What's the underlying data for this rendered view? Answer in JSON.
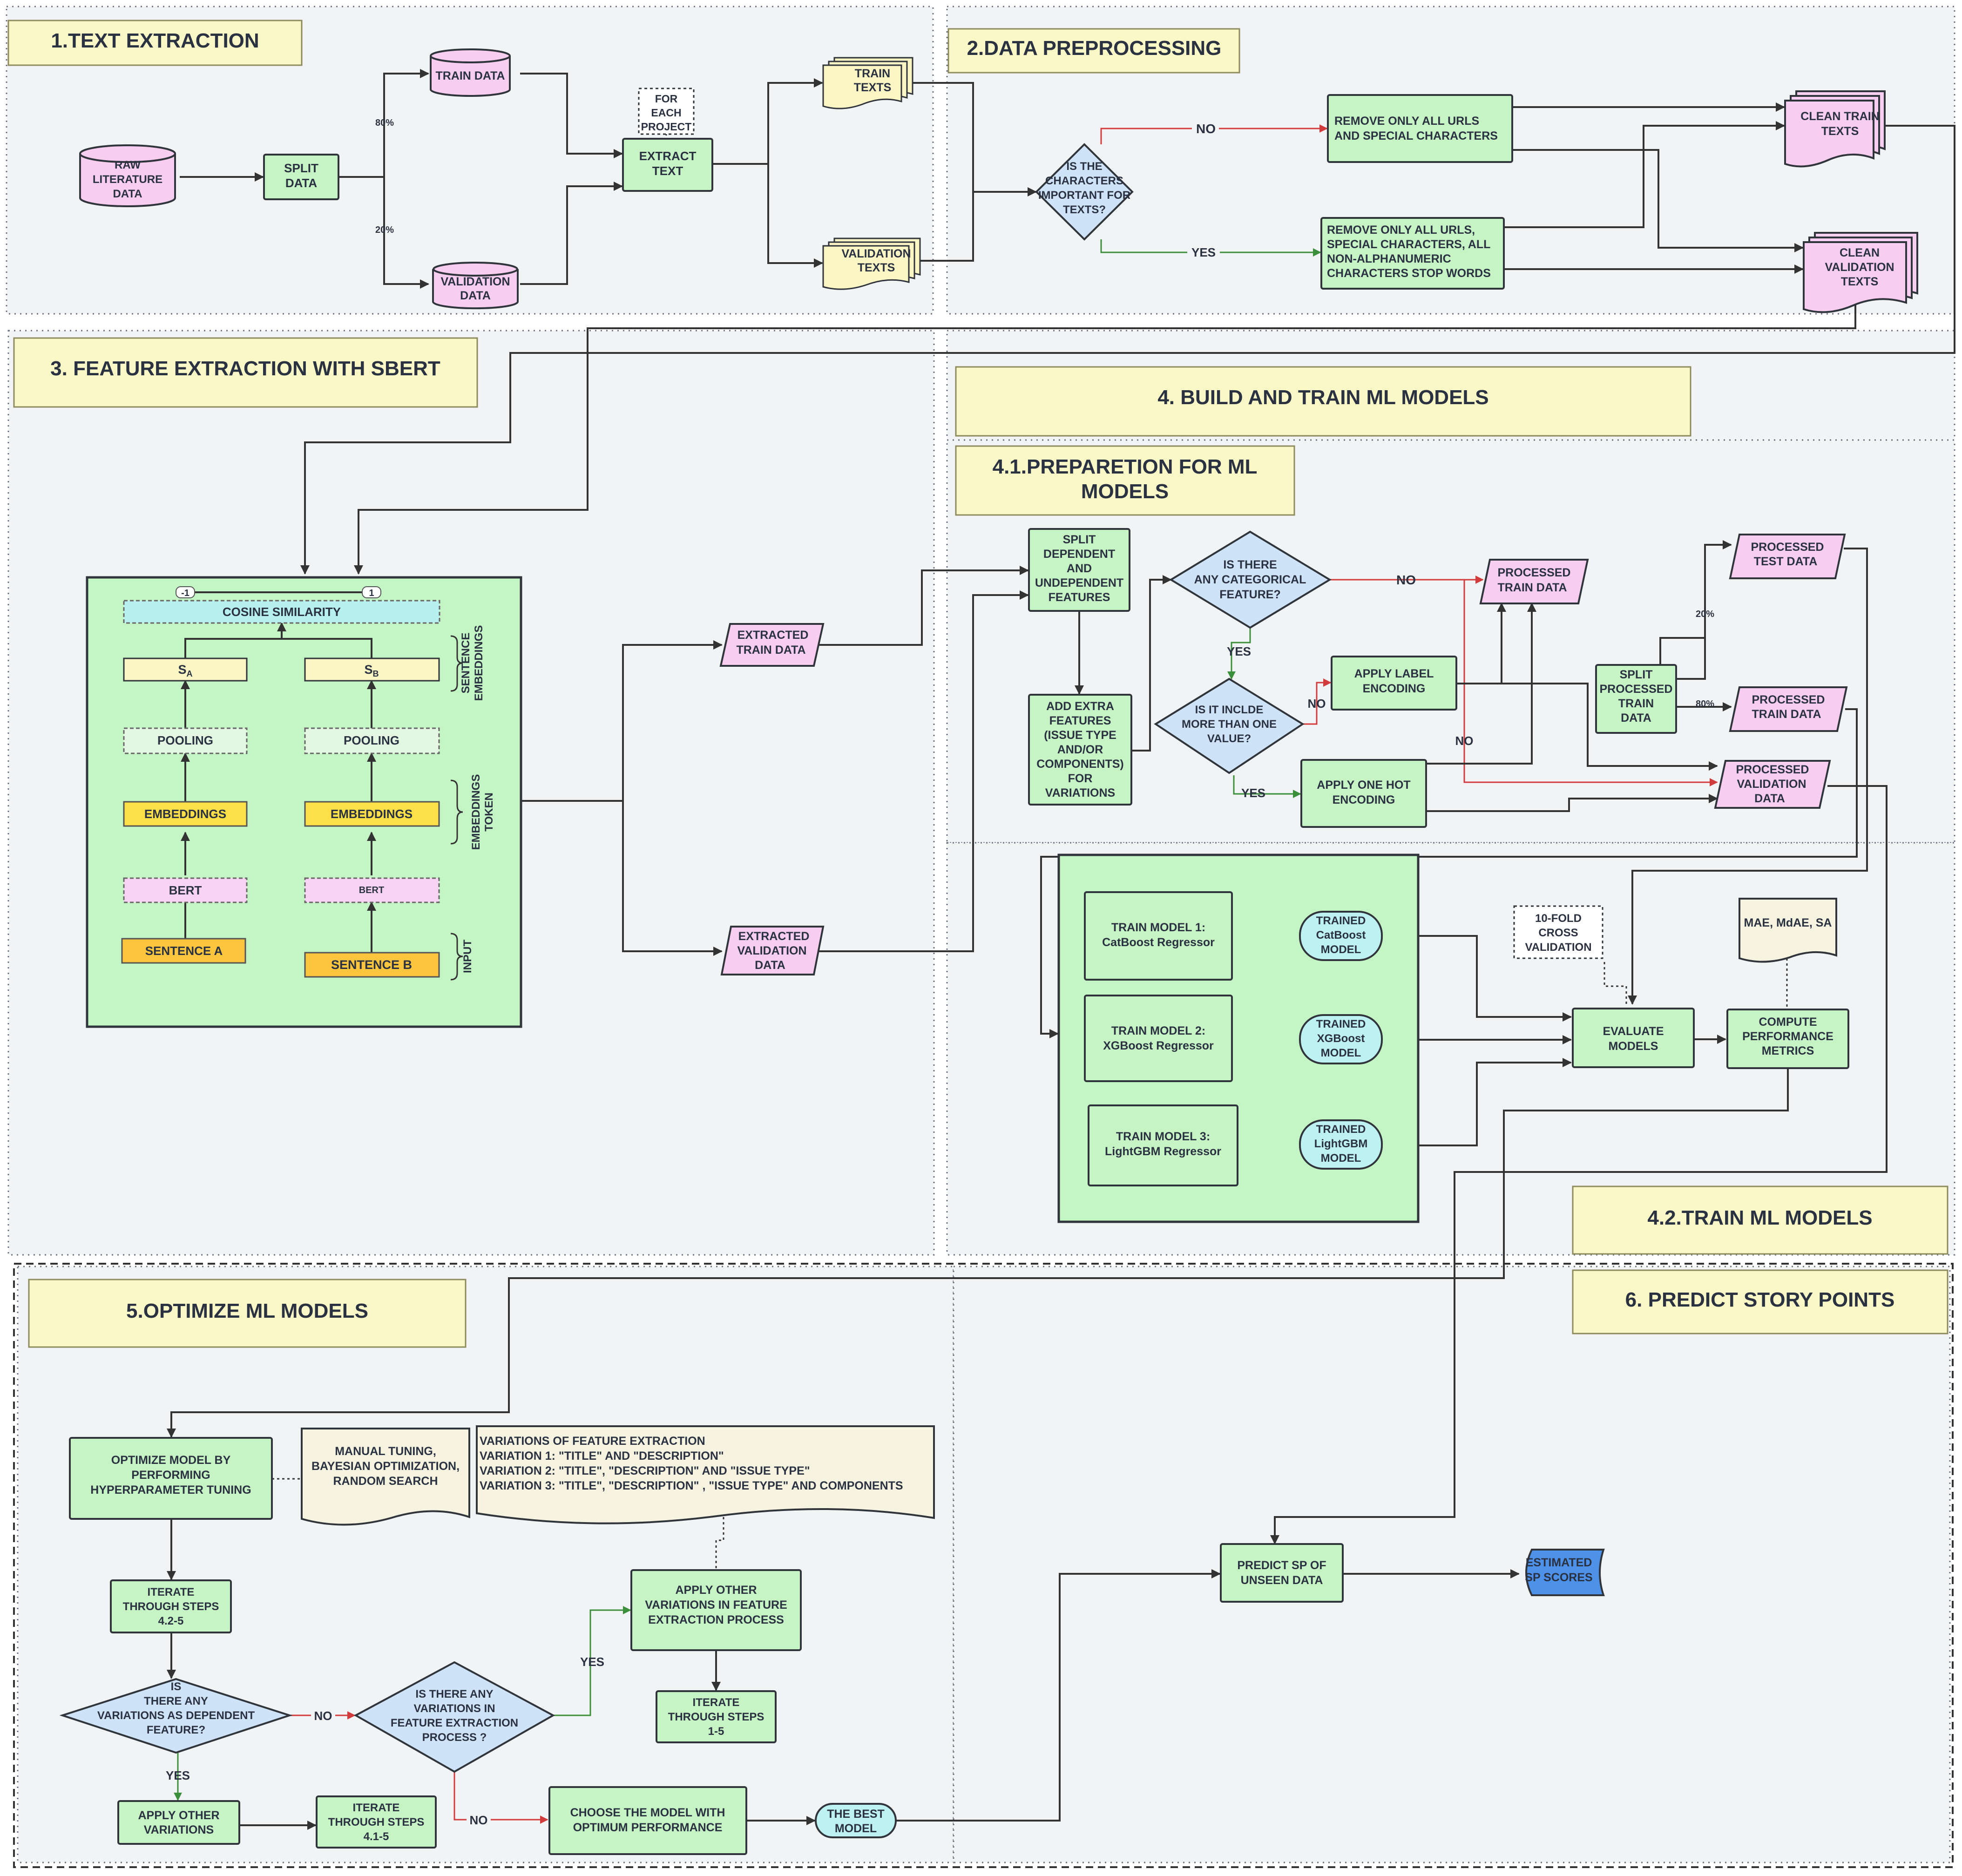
{
  "sections": {
    "s1": "1.TEXT EXTRACTION",
    "s2": "2.DATA PREPROCESSING",
    "s3": "3. FEATURE EXTRACTION WITH SBERT",
    "s4": "4. BUILD AND TRAIN ML MODELS",
    "s41": [
      "4.1.PREPARETION FOR ML",
      "MODELS"
    ],
    "s42": "4.2.TRAIN ML MODELS",
    "s5": "5.OPTIMIZE ML MODELS",
    "s6": "6. PREDICT STORY POINTS"
  },
  "text_extraction": {
    "raw": [
      "RAW",
      "LITERATURE",
      "DATA"
    ],
    "split": [
      "SPLIT",
      "DATA"
    ],
    "train_data": "TRAIN DATA",
    "validation_data": [
      "VALIDATION",
      "DATA"
    ],
    "pct80": "80%",
    "pct20": "20%",
    "for_each": [
      "FOR",
      "EACH",
      "PROJECT"
    ],
    "extract": [
      "EXTRACT",
      "TEXT"
    ],
    "train_texts": [
      "TRAIN",
      "TEXTS"
    ],
    "validation_texts": [
      "VALIDATION",
      "TEXTS"
    ]
  },
  "preprocessing": {
    "question": [
      "IS THE",
      "CHARACTERS",
      "IMPORTANT FOR",
      "TEXTS?"
    ],
    "no": "NO",
    "yes": "YES",
    "remove1": [
      "REMOVE ONLY ALL URLS",
      "AND SPECIAL CHARACTERS"
    ],
    "remove2": [
      "REMOVE ONLY ALL URLS,",
      "SPECIAL CHARACTERS, ALL",
      "NON-ALPHANUMERIC",
      "CHARACTERS STOP WORDS"
    ],
    "clean_train": [
      "CLEAN TRAIN",
      "TEXTS"
    ],
    "clean_val": [
      "CLEAN",
      "VALIDATION",
      "TEXTS"
    ]
  },
  "sbert": {
    "minus_one": "-1",
    "one": "1",
    "cosine": "COSINE SIMILARITY",
    "sa_main": "S",
    "sa_sub": "A",
    "sb_main": "S",
    "sb_sub": "B",
    "pooling": "POOLING",
    "embeddings": "EMBEDDINGS",
    "bert": "BERT",
    "sentence_a": "SENTENCE A",
    "sentence_b": "SENTENCE B",
    "lbl_sentence": [
      "SENTENCE",
      "EMBEDDINGS"
    ],
    "lbl_token": [
      "TOKEN",
      "EMBEDDINGS"
    ],
    "lbl_input": "INPUT",
    "extracted_train": [
      "EXTRACTED",
      "TRAIN DATA"
    ],
    "extracted_val": [
      "EXTRACTED",
      "VALIDATION",
      "DATA"
    ]
  },
  "preparation": {
    "split_dep": [
      "SPLIT",
      "DEPENDENT",
      "AND",
      "UNDEPENDENT",
      "FEATURES"
    ],
    "add_extra": [
      "ADD EXTRA",
      "FEATURES",
      "(ISSUE TYPE",
      "AND/OR",
      "COMPONENTS)",
      "FOR",
      "VARIATIONS"
    ],
    "q_categorical": [
      "IS THERE",
      "ANY CATEGORICAL",
      "FEATURE?"
    ],
    "q_more": [
      "IS IT INCLDE",
      "MORE THAN ONE",
      "VALUE?"
    ],
    "label_enc": [
      "APPLY LABEL",
      "ENCODING"
    ],
    "onehot": [
      "APPLY ONE HOT",
      "ENCODING"
    ],
    "proc_train": [
      "PROCESSED",
      "TRAIN DATA"
    ],
    "split_proc": [
      "SPLIT",
      "PROCESSED",
      "TRAIN",
      "DATA"
    ],
    "proc_test": [
      "PROCESSED",
      "TEST DATA"
    ],
    "proc_train2": [
      "PROCESSED",
      "TRAIN DATA"
    ],
    "proc_val": [
      "PROCESSED",
      "VALIDATION",
      "DATA"
    ],
    "no": "NO",
    "yes": "YES",
    "pct20": "20%",
    "pct80": "80%"
  },
  "training": {
    "m1": [
      "TRAIN MODEL 1:",
      "CatBoost Regressor"
    ],
    "m2": [
      "TRAIN MODEL 2:",
      "XGBoost Regressor"
    ],
    "m3": [
      "TRAIN MODEL 3:",
      "LightGBM Regressor"
    ],
    "t1": [
      "TRAINED",
      "CatBoost",
      "MODEL"
    ],
    "t2": [
      "TRAINED",
      "XGBoost",
      "MODEL"
    ],
    "t3": [
      "TRAINED",
      "LightGBM",
      "MODEL"
    ],
    "cv": [
      "10-FOLD",
      "CROSS",
      "VALIDATION"
    ],
    "metrics_doc": "MAE, MdAE, SA",
    "evaluate": [
      "EVALUATE",
      "MODELS"
    ],
    "compute": [
      "COMPUTE",
      "PERFORMANCE",
      "METRICS"
    ]
  },
  "optimize": {
    "opt": [
      "OPTIMIZE MODEL BY",
      "PERFORMING",
      "HYPERPARAMETER TUNING"
    ],
    "tuning": [
      "MANUAL TUNING,",
      "BAYESIAN OPTIMIZATION,",
      "RANDOM SEARCH"
    ],
    "variations": [
      "VARIATIONS OF FEATURE EXTRACTION",
      "VARIATION 1: \"TITLE\" AND \"DESCRIPTION\"",
      "VARIATION 2: \"TITLE\", \"DESCRIPTION\" AND \"ISSUE TYPE\"",
      "VARIATION 3: \"TITLE\", \"DESCRIPTION\" , \"ISSUE TYPE\" AND COMPONENTS"
    ],
    "iter42": [
      "ITERATE",
      "THROUGH STEPS",
      "4.2-5"
    ],
    "q_dep": [
      "IS",
      "THERE ANY",
      "VARIATIONS AS DEPENDENT",
      "FEATURE?"
    ],
    "q_fe": [
      "IS THERE ANY",
      "VARIATIONS IN",
      "FEATURE EXTRACTION",
      "PROCESS ?"
    ],
    "apply_fe": [
      "APPLY OTHER",
      "VARIATIONS IN FEATURE",
      "EXTRACTION PROCESS"
    ],
    "iter15": [
      "ITERATE",
      "THROUGH STEPS",
      "1-5"
    ],
    "apply_var": [
      "APPLY OTHER",
      "VARIATIONS"
    ],
    "iter41": [
      "ITERATE",
      "THROUGH STEPS",
      "4.1-5"
    ],
    "choose": [
      "CHOOSE THE MODEL WITH",
      "OPTIMUM PERFORMANCE"
    ],
    "best": [
      "THE BEST",
      "MODEL"
    ],
    "no": "NO",
    "yes": "YES"
  },
  "predict": {
    "predict": [
      "PREDICT SP OF",
      "UNSEEN DATA"
    ],
    "estimated": [
      "ESTIMATED",
      "SP SCORES"
    ]
  }
}
